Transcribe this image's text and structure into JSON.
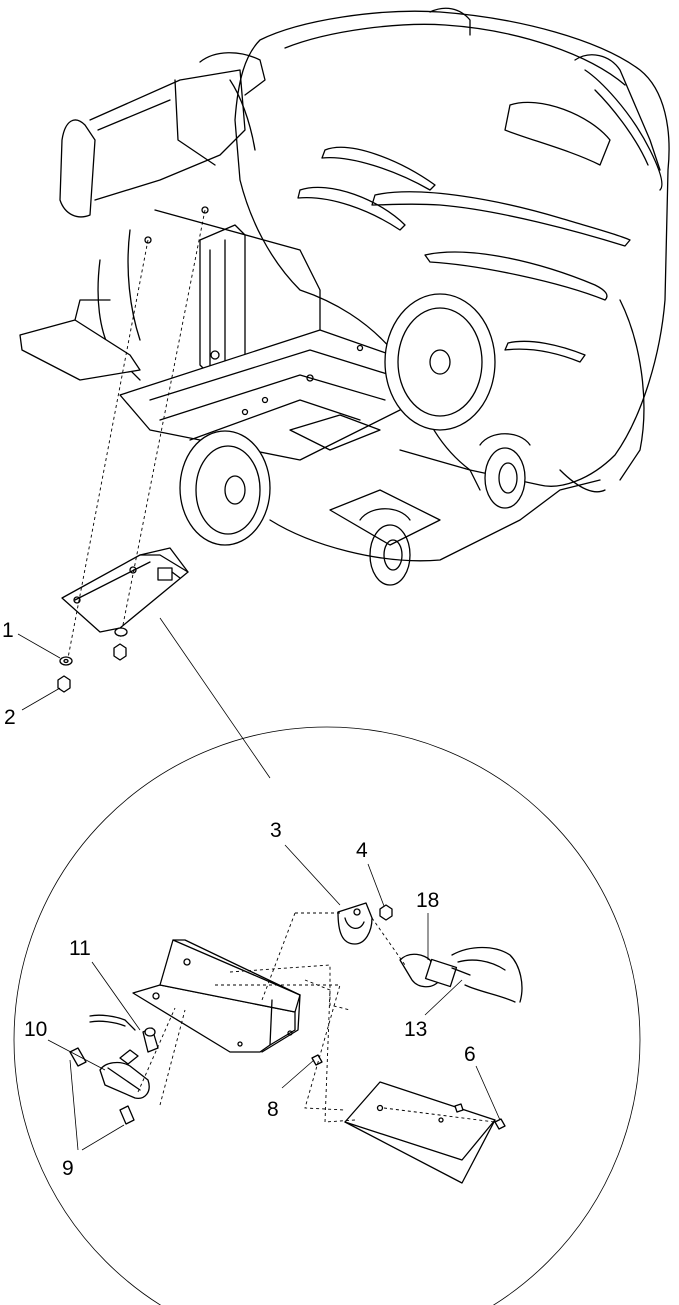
{
  "callouts": {
    "c1": "1",
    "c2": "2",
    "c3": "3",
    "c4": "4",
    "c6": "6",
    "c8": "8",
    "c9": "9",
    "c10": "10",
    "c11": "11",
    "c13": "13",
    "c18": "18"
  }
}
